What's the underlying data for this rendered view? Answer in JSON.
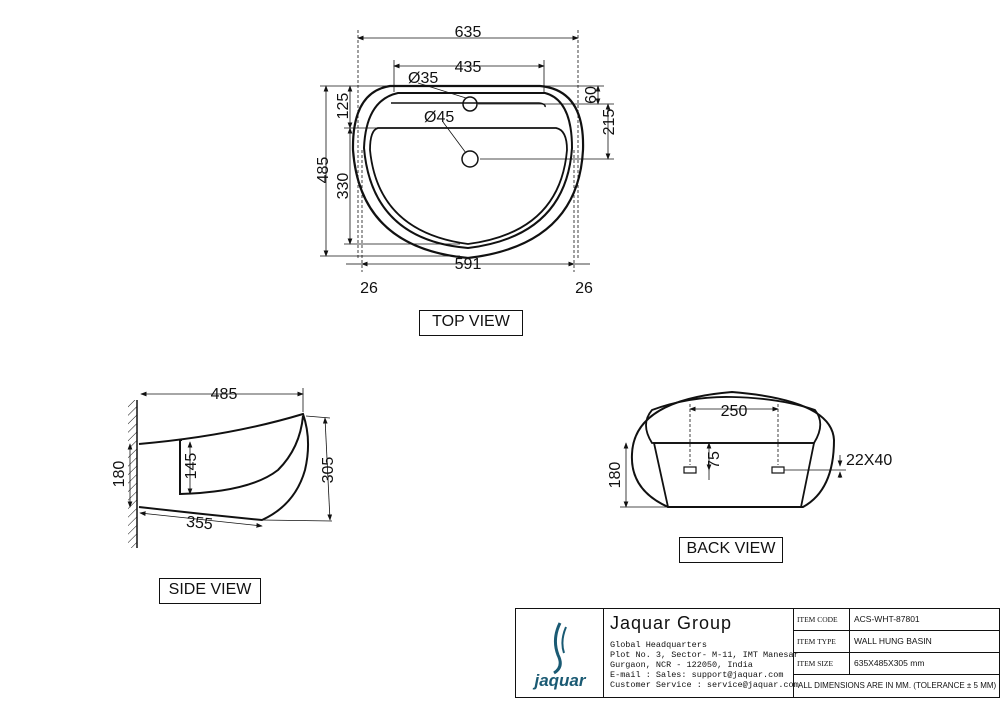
{
  "top_view": {
    "label": "TOP VIEW",
    "dim_overall_width": "635",
    "dim_inner_width": "435",
    "dim_tap_hole": "Ø35",
    "dim_waste_hole": "Ø45",
    "dim_overall_depth": "485",
    "dim_back_ledge": "125",
    "dim_bowl_depth": "330",
    "dim_tap_offset": "60",
    "dim_waste_offset": "215",
    "dim_bowl_width": "591",
    "dim_rim_left": "26",
    "dim_rim_right": "26"
  },
  "side_view": {
    "label": "SIDE VIEW",
    "dim_projection": "485",
    "dim_back_height": "180",
    "dim_bowl_height": "145",
    "dim_front_height": "305",
    "dim_underside": "355"
  },
  "back_view": {
    "label": "BACK VIEW",
    "dim_fixing_centres": "250",
    "dim_fixing_height": "75",
    "dim_back_height": "180",
    "dim_slot_size": "22X40"
  },
  "title_block": {
    "company_name": "Jaquar Group",
    "logo_text": "jaquar",
    "address_lines": [
      "Global Headquarters",
      "Plot No. 3, Sector- M-11, IMT Manesar",
      "Gurgaon, NCR - 122050, India",
      "E-mail : Sales: support@jaquar.com",
      "Customer Service : service@jaquar.com"
    ],
    "rows": [
      {
        "key": "ITEM CODE",
        "value": "ACS-WHT-87801"
      },
      {
        "key": "ITEM TYPE",
        "value": "WALL HUNG BASIN"
      },
      {
        "key": "ITEM SIZE",
        "value": "635X485X305 mm"
      }
    ],
    "note": "ALL DIMENSIONS ARE IN MM. (TOLERANCE ± 5 MM)",
    "logo_color": "#1a5a73"
  }
}
